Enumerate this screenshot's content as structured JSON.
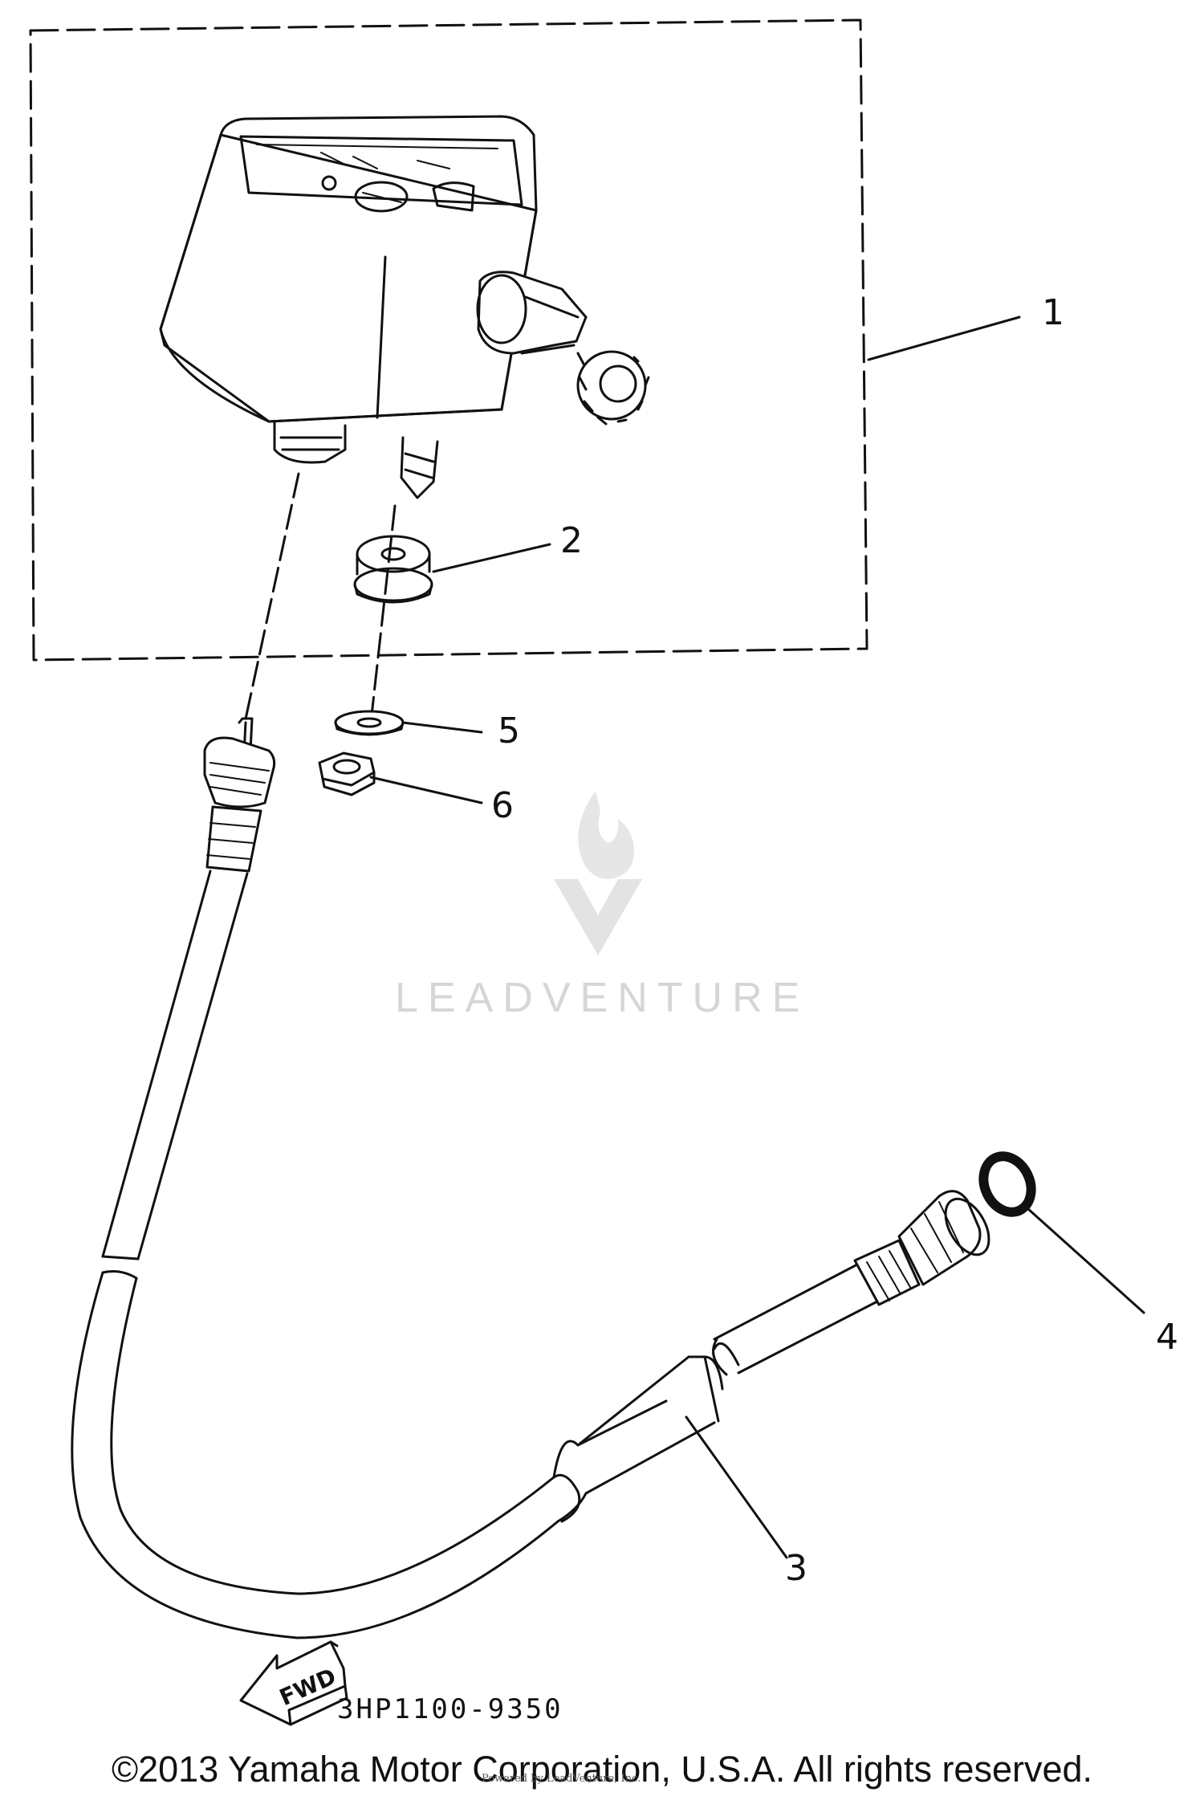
{
  "diagram": {
    "callouts": {
      "part_1": "1",
      "part_2": "2",
      "part_3": "3",
      "part_4": "4",
      "part_5": "5",
      "part_6": "6"
    },
    "direction_arrow_label": "FWD",
    "diagram_code": "3HP1100-9350",
    "watermark_text": "LEADVENTURE",
    "watermark_icon": "flame-v-logo"
  },
  "footer": {
    "copyright": "©2013 Yamaha Motor Corporation, U.S.A. All rights reserved.",
    "small_print": "Powered by LeadVenture, Inc."
  }
}
